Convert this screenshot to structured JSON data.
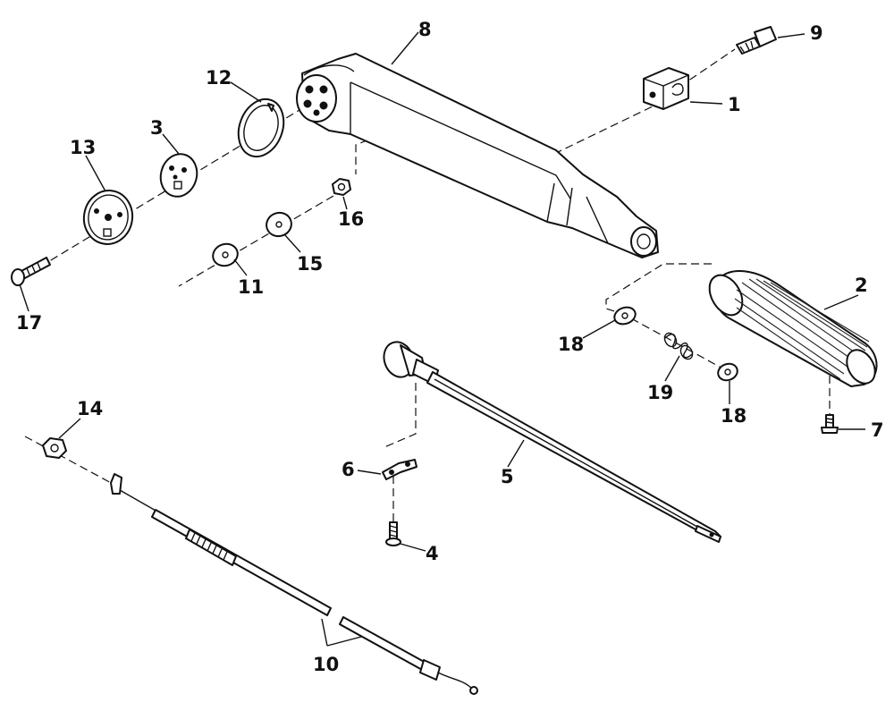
{
  "callouts": {
    "c1": "1",
    "c2": "2",
    "c3": "3",
    "c4": "4",
    "c5": "5",
    "c6": "6",
    "c7": "7",
    "c8": "8",
    "c9": "9",
    "c10": "10",
    "c11": "11",
    "c12": "12",
    "c13": "13",
    "c14": "14",
    "c15": "15",
    "c16": "16",
    "c17": "17",
    "c18a": "18",
    "c18b": "18",
    "c19": "19"
  }
}
